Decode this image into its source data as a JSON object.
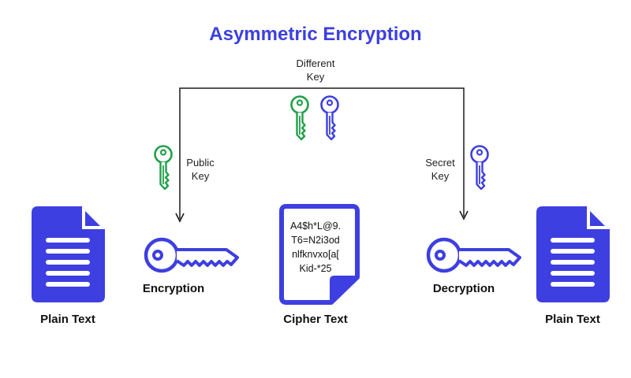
{
  "title": "Asymmetric Encryption",
  "different_key": [
    "Different",
    "Key"
  ],
  "public_key": [
    "Public",
    "Key"
  ],
  "secret_key": [
    "Secret",
    "Key"
  ],
  "encryption_label": "Encryption",
  "decryption_label": "Decryption",
  "plain_text_left": "Plain Text",
  "cipher_text_label": "Cipher Text",
  "plain_text_right": "Plain Text",
  "cipher_lines": [
    "A4$h*L@9.",
    "T6=N2i3od",
    "nlfknvxo[a[",
    "Kid-*25"
  ],
  "colors": {
    "blue": "#3d3fe0",
    "green": "#21a04a",
    "text": "#111111"
  }
}
